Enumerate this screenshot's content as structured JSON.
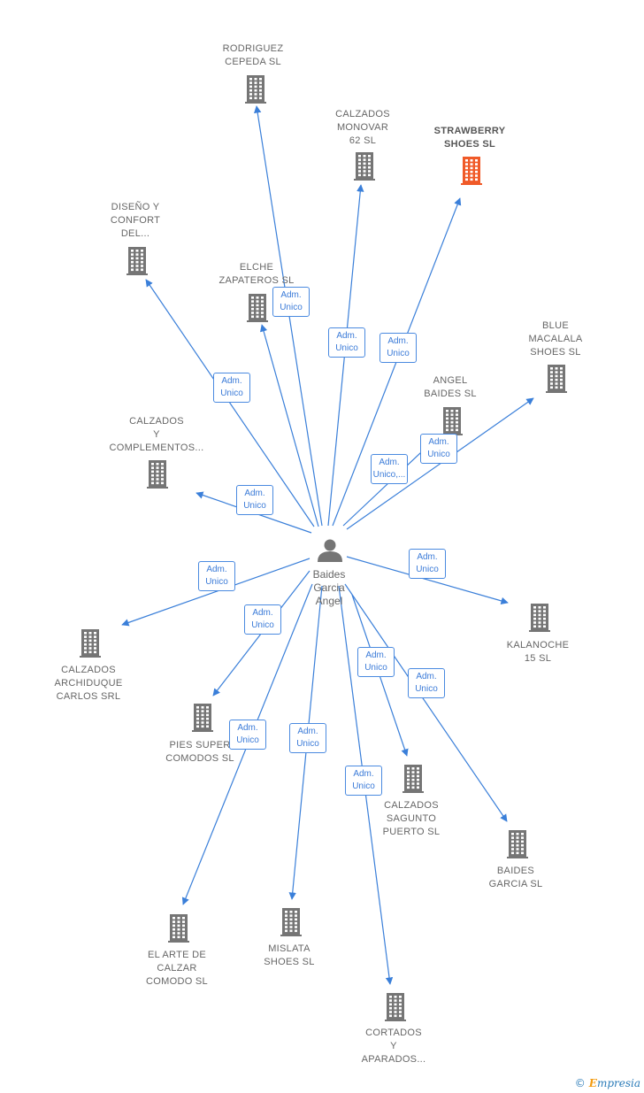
{
  "colors": {
    "edge": "#3a7fd9",
    "building": "#757575",
    "highlight": "#f05a28",
    "person": "#757575"
  },
  "center": {
    "name": "Baides\nGarcia\nAngel",
    "icon": "person-icon"
  },
  "nodes": [
    {
      "id": "rodriguez",
      "label": "RODRIGUEZ\nCEPEDA  SL",
      "icon": "building-icon",
      "highlight": false
    },
    {
      "id": "calzados-monovar",
      "label": "CALZADOS\nMONOVAR\n62 SL",
      "icon": "building-icon",
      "highlight": false
    },
    {
      "id": "strawberry",
      "label": "STRAWBERRY\nSHOES  SL",
      "icon": "building-icon",
      "highlight": true
    },
    {
      "id": "diseno",
      "label": "DISEÑO Y\nCONFORT\nDEL...",
      "icon": "building-icon",
      "highlight": false
    },
    {
      "id": "elche",
      "label": "ELCHE\nZAPATEROS SL",
      "icon": "building-icon",
      "highlight": false
    },
    {
      "id": "blue",
      "label": "BLUE\nMACALALA\nSHOES  SL",
      "icon": "building-icon",
      "highlight": false
    },
    {
      "id": "angel",
      "label": "ANGEL\nBAIDES  SL",
      "icon": "building-icon",
      "highlight": false
    },
    {
      "id": "complementos",
      "label": "CALZADOS\nY\nCOMPLEMENTOS...",
      "icon": "building-icon",
      "highlight": false
    },
    {
      "id": "kalanoche",
      "label": "KALANOCHE\n15  SL",
      "icon": "building-icon",
      "highlight": false
    },
    {
      "id": "archiduque",
      "label": "CALZADOS\nARCHIDUQUE\nCARLOS SRL",
      "icon": "building-icon",
      "highlight": false
    },
    {
      "id": "pies",
      "label": "PIES SUPER\nCOMODOS SL",
      "icon": "building-icon",
      "highlight": false
    },
    {
      "id": "sagunto",
      "label": "CALZADOS\nSAGUNTO\nPUERTO  SL",
      "icon": "building-icon",
      "highlight": false
    },
    {
      "id": "baides-garcia",
      "label": "BAIDES\nGARCIA  SL",
      "icon": "building-icon",
      "highlight": false
    },
    {
      "id": "arte",
      "label": "EL ARTE DE\nCALZAR\nCOMODO  SL",
      "icon": "building-icon",
      "highlight": false
    },
    {
      "id": "mislata",
      "label": "MISLATA\nSHOES  SL",
      "icon": "building-icon",
      "highlight": false
    },
    {
      "id": "cortados",
      "label": "CORTADOS\nY\nAPARADOS...",
      "icon": "building-icon",
      "highlight": false
    }
  ],
  "edges": [
    {
      "to": "rodriguez",
      "label": "Adm.\nUnico"
    },
    {
      "to": "calzados-monovar",
      "label": "Adm.\nUnico"
    },
    {
      "to": "strawberry",
      "label": "Adm.\nUnico"
    },
    {
      "to": "diseno",
      "label": "Adm.\nUnico"
    },
    {
      "to": "elche",
      "label": "Adm.\nUnico"
    },
    {
      "to": "blue",
      "label": "Adm.\nUnico"
    },
    {
      "to": "angel",
      "label": "Adm.\nUnico,..."
    },
    {
      "to": "complementos",
      "label": "Adm.\nUnico"
    },
    {
      "to": "kalanoche",
      "label": "Adm.\nUnico"
    },
    {
      "to": "archiduque",
      "label": "Adm.\nUnico"
    },
    {
      "to": "pies",
      "label": "Adm.\nUnico"
    },
    {
      "to": "sagunto",
      "label": "Adm.\nUnico"
    },
    {
      "to": "baides-garcia",
      "label": "Adm.\nUnico"
    },
    {
      "to": "arte",
      "label": "Adm.\nUnico"
    },
    {
      "to": "mislata",
      "label": "Adm.\nUnico"
    },
    {
      "to": "cortados",
      "label": "Adm.\nUnico"
    }
  ],
  "watermark": {
    "copyright": "©",
    "brand_first": "E",
    "brand_rest": "mpresia"
  }
}
